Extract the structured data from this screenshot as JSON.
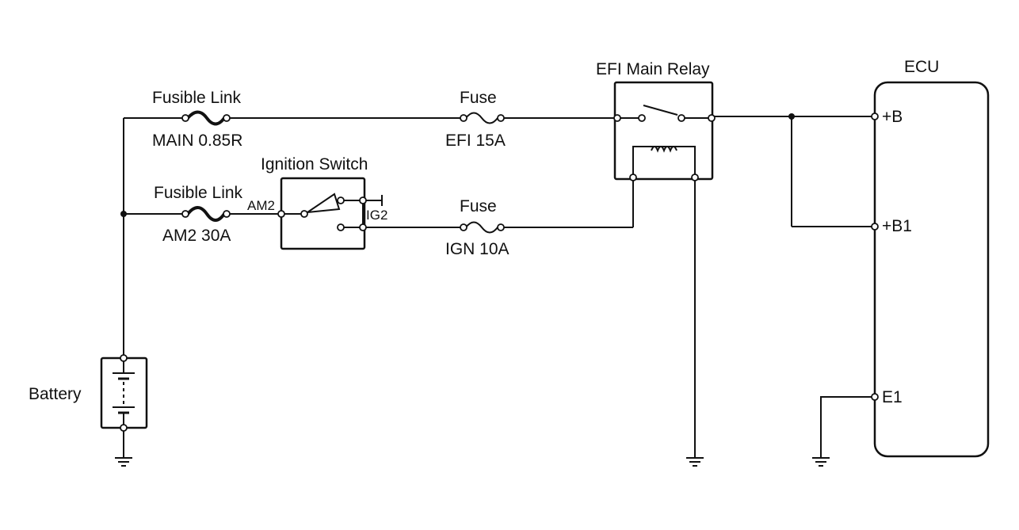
{
  "labels": {
    "fusible_link_1": "Fusible Link",
    "main_fuse": "MAIN 0.85R",
    "fusible_link_2": "Fusible Link",
    "am2_fuse": "AM2 30A",
    "ignition_switch": "Ignition Switch",
    "am2_terminal": "AM2",
    "ig2_terminal": "IG2",
    "fuse_1": "Fuse",
    "efi_fuse": "EFI 15A",
    "fuse_2": "Fuse",
    "ign_fuse": "IGN 10A",
    "efi_main_relay": "EFI Main Relay",
    "ecu": "ECU",
    "pin_b": "+B",
    "pin_b1": "+B1",
    "pin_e1": "E1",
    "battery": "Battery"
  }
}
